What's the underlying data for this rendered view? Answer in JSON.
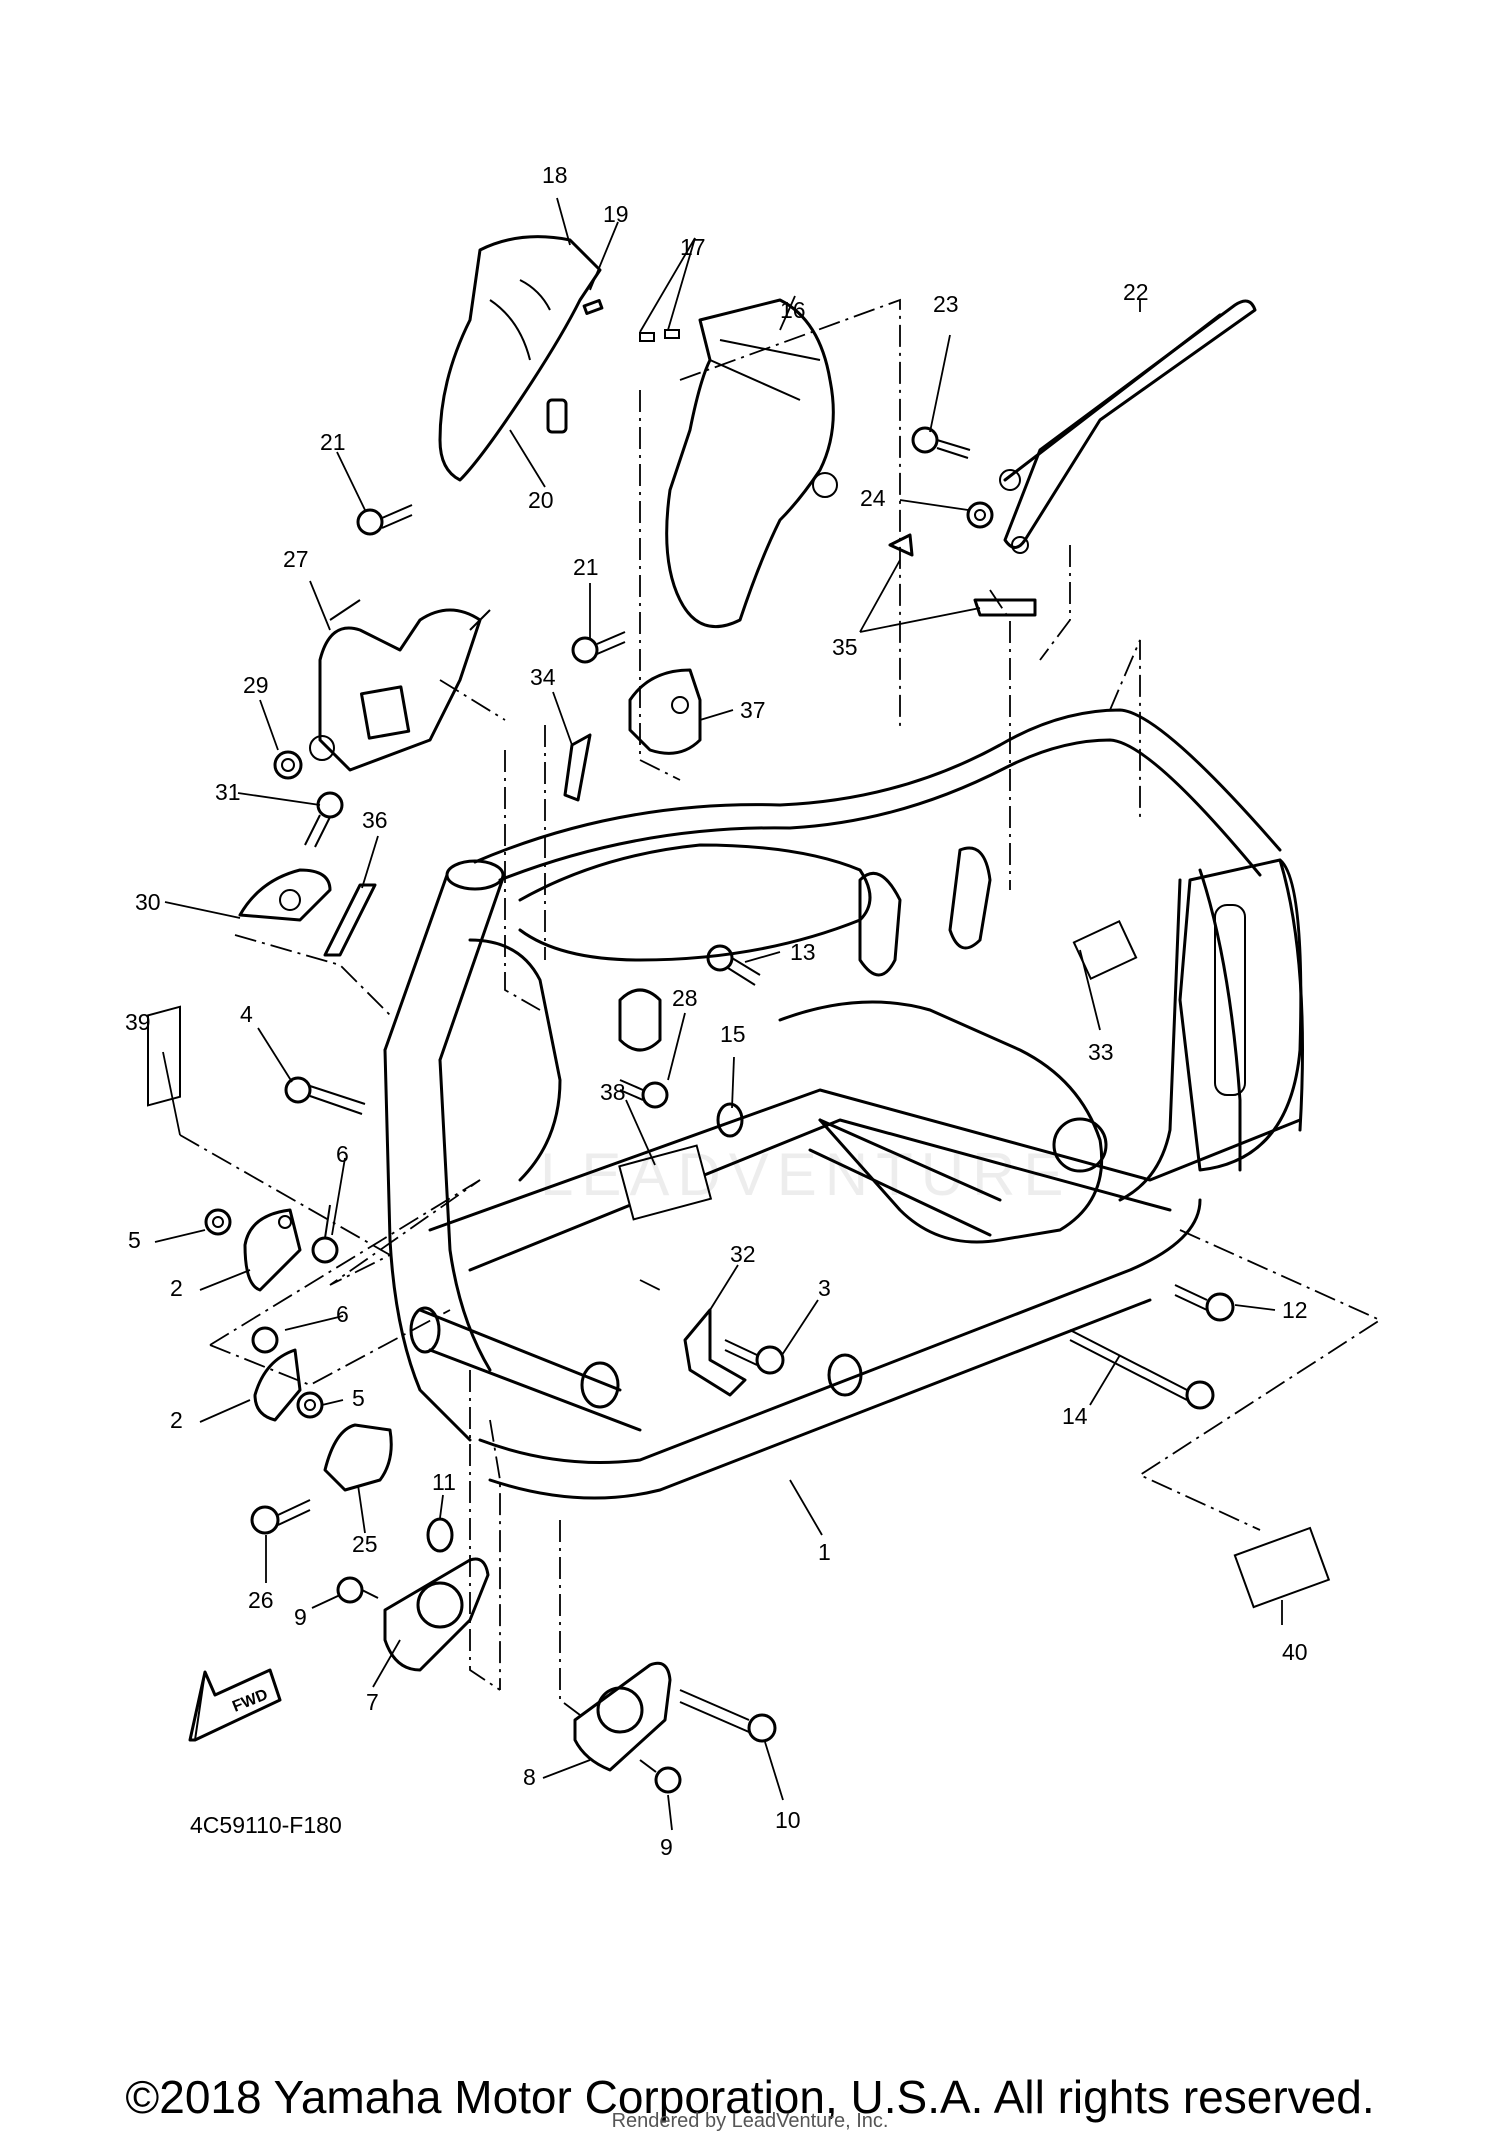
{
  "diagram": {
    "code": "4C59110-F180",
    "fwd_label": "FWD",
    "watermark": "LEADVENTURE",
    "copyright": "©2018 Yamaha Motor Corporation, U.S.A. All rights reserved.",
    "rendered_by": "Rendered by LeadVenture, Inc.",
    "callouts": {
      "c1": "1",
      "c2a": "2",
      "c2b": "2",
      "c3": "3",
      "c4": "4",
      "c5a": "5",
      "c5b": "5",
      "c6a": "6",
      "c6b": "6",
      "c7": "7",
      "c8": "8",
      "c9a": "9",
      "c9b": "9",
      "c10": "10",
      "c11": "11",
      "c12": "12",
      "c13": "13",
      "c14": "14",
      "c15": "15",
      "c16": "16",
      "c17": "17",
      "c18": "18",
      "c19": "19",
      "c20": "20",
      "c21a": "21",
      "c21b": "21",
      "c22": "22",
      "c23": "23",
      "c24": "24",
      "c25": "25",
      "c26": "26",
      "c27": "27",
      "c28": "28",
      "c29": "29",
      "c30": "30",
      "c31": "31",
      "c32": "32",
      "c33": "33",
      "c34": "34",
      "c35": "35",
      "c36": "36",
      "c37": "37",
      "c38": "38",
      "c39": "39",
      "c40": "40"
    }
  }
}
